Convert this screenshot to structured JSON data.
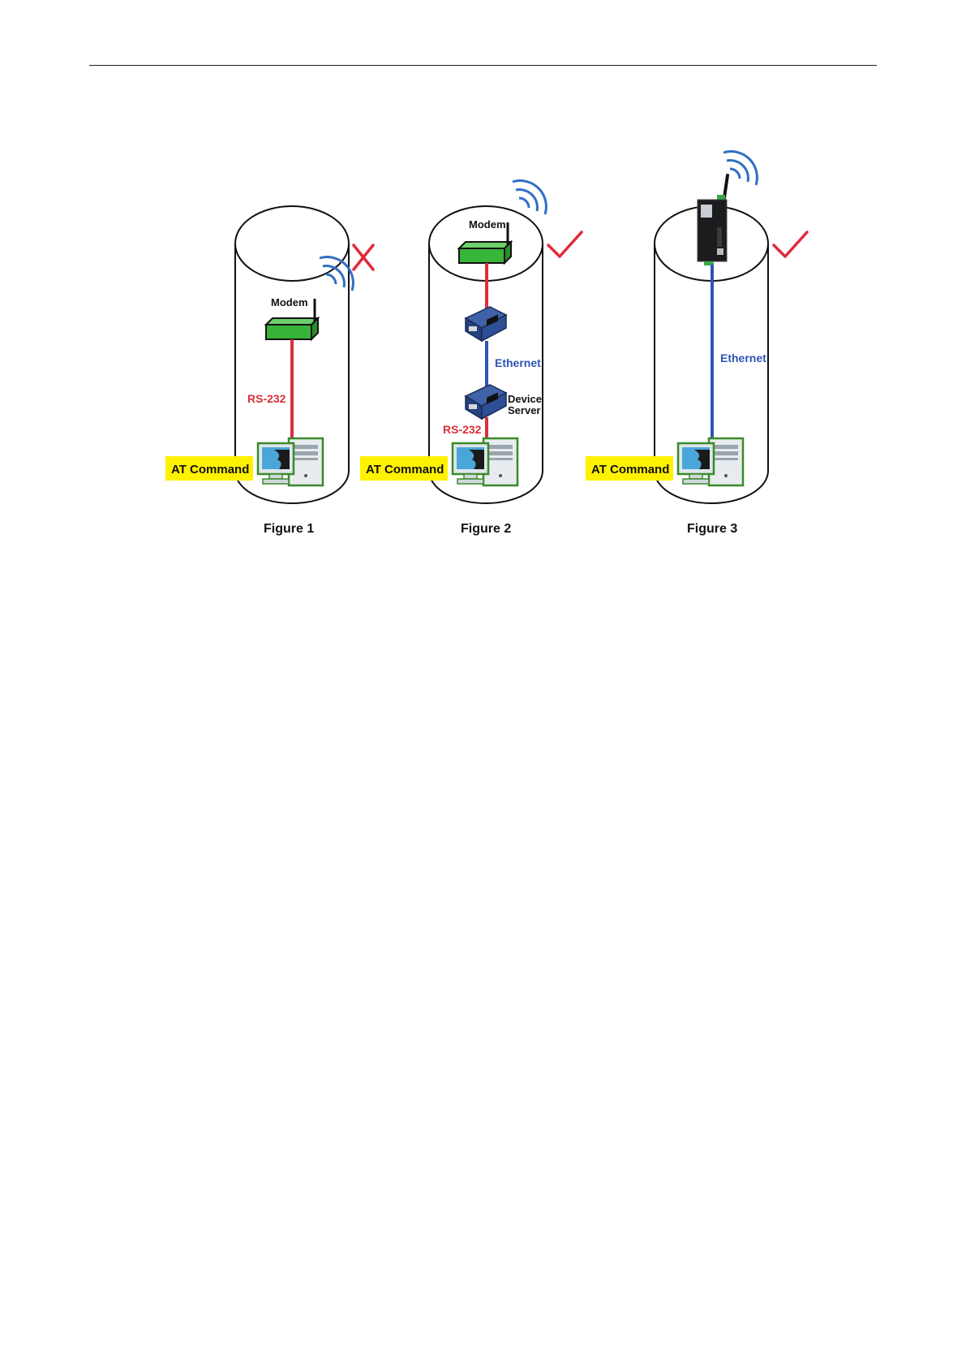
{
  "colors": {
    "rs232": "#dc2f3c",
    "ethernet": "#2f55b4",
    "modem_green": "#3cb43c",
    "badge_yellow": "#fff200",
    "check_red": "#e02a3a",
    "wave_blue": "#2f6fc4"
  },
  "figures": [
    {
      "caption": "Figure 1",
      "status": "cross",
      "modem_label": "Modem",
      "link_label": "RS-232",
      "badge": "AT Command"
    },
    {
      "caption": "Figure 2",
      "status": "check",
      "modem_label": "Modem",
      "ethernet_label": "Ethernet",
      "device_label_line1": "Device",
      "device_label_line2": "Server",
      "link_label": "RS-232",
      "badge": "AT Command"
    },
    {
      "caption": "Figure 3",
      "status": "check",
      "ethernet_label": "Ethernet",
      "badge": "AT Command"
    }
  ],
  "icons": [
    "cross-icon",
    "check-icon",
    "wireless-wave-icon",
    "modem-icon",
    "device-server-icon",
    "computer-icon",
    "cellular-gateway-icon"
  ]
}
